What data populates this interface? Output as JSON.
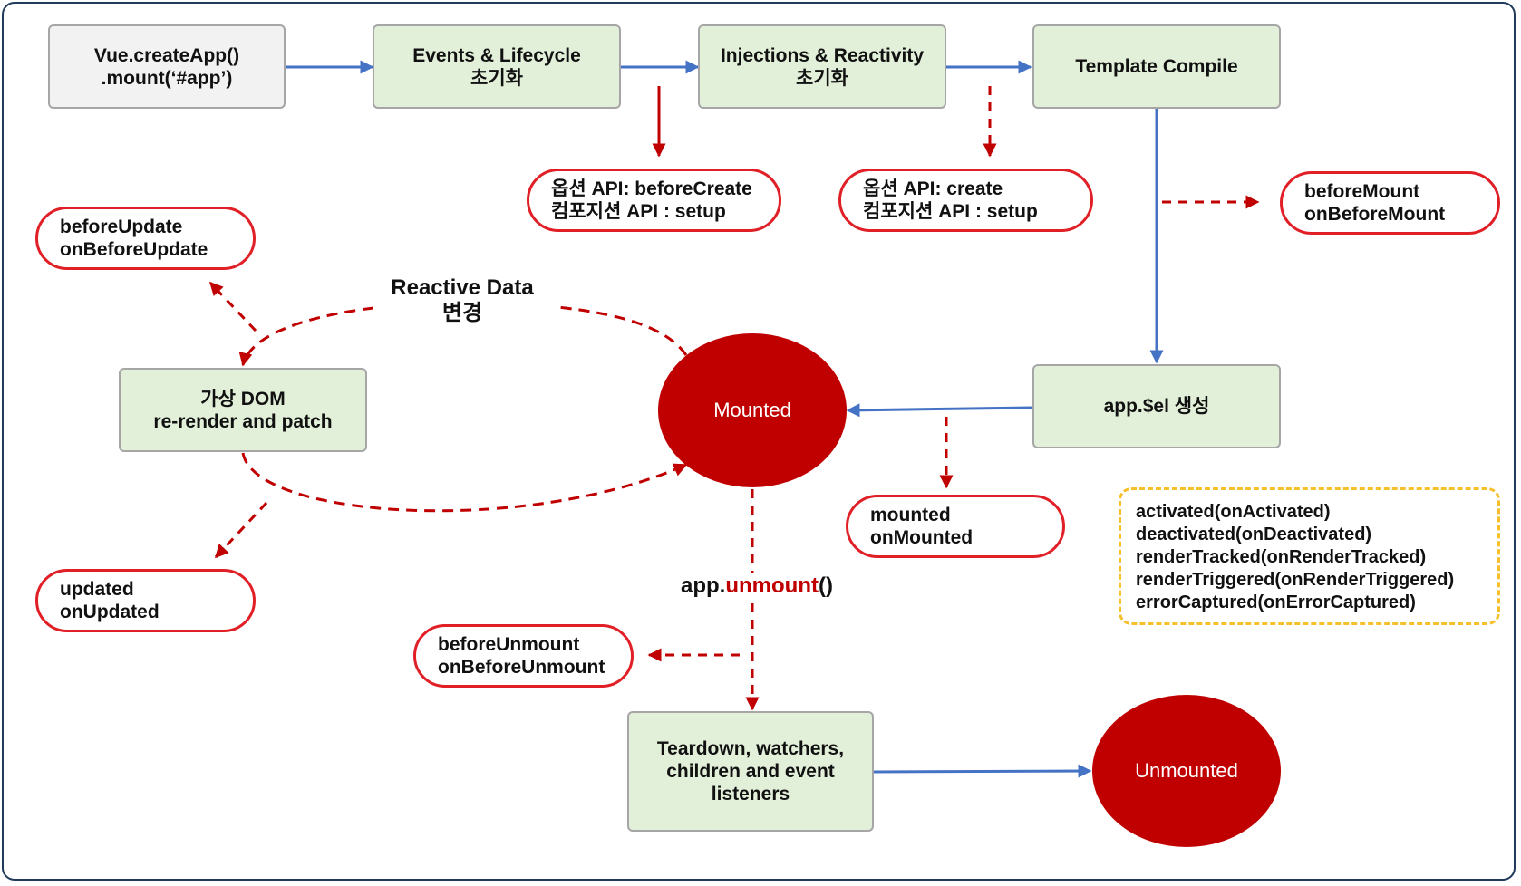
{
  "colors": {
    "flow": "#4472c4",
    "hook_arrow": "#c00000",
    "hook_border": "#e01f26",
    "state_fill": "#c00000",
    "box_fill": "#e2efd9",
    "misc_border": "#f5c02b"
  },
  "nodes": {
    "create_app": {
      "line1": "Vue.createApp()",
      "line2": ".mount(‘#app’)"
    },
    "events_init": {
      "line1": "Events & Lifecycle",
      "line2": "초기화"
    },
    "injections_init": {
      "line1": "Injections & Reactivity",
      "line2": "초기화"
    },
    "template_compile": {
      "line1": "Template Compile"
    },
    "app_el": {
      "line1": "app.$el 생성"
    },
    "virtual_dom": {
      "line1": "가상 DOM",
      "line2": "re-render and patch"
    },
    "teardown": {
      "line1": "Teardown, watchers,",
      "line2": "children and event",
      "line3": "listeners"
    }
  },
  "states": {
    "mounted": "Mounted",
    "unmounted": "Unmounted"
  },
  "hooks": {
    "before_create": {
      "line1": "옵션 API: beforeCreate",
      "line2": "컴포지션 API : setup"
    },
    "create": {
      "line1": "옵션 API: create",
      "line2": "컴포지션 API : setup"
    },
    "before_mount": {
      "line1": "beforeMount",
      "line2": "onBeforeMount"
    },
    "mounted": {
      "line1": "mounted",
      "line2": "onMounted"
    },
    "before_update": {
      "line1": "beforeUpdate",
      "line2": "onBeforeUpdate"
    },
    "updated": {
      "line1": "updated",
      "line2": "onUpdated"
    },
    "before_unmount": {
      "line1": "beforeUnmount",
      "line2": "onBeforeUnmount"
    }
  },
  "labels": {
    "reactive_line1": "Reactive Data",
    "reactive_line2": "변경",
    "unmount_prefix": "app.",
    "unmount_highlight": "unmount",
    "unmount_suffix": "()"
  },
  "other_hooks": [
    "activated(onActivated)",
    "deactivated(onDeactivated)",
    "renderTracked(onRenderTracked)",
    "renderTriggered(onRenderTriggered)",
    "errorCaptured(onErrorCaptured)"
  ]
}
